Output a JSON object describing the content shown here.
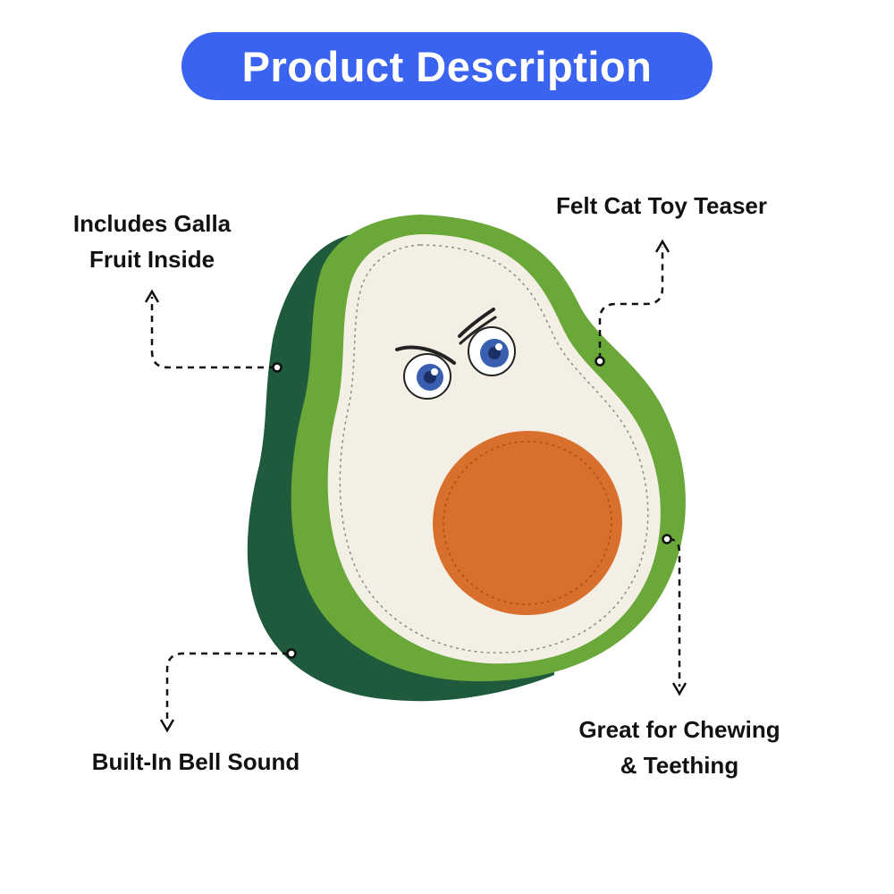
{
  "title": "Product Description",
  "callouts": {
    "galla": {
      "line1": "Includes Galla",
      "line2": "Fruit Inside"
    },
    "felt": {
      "line1": "Felt Cat Toy Teaser"
    },
    "bell": {
      "line1": "Built-In Bell Sound"
    },
    "chew": {
      "line1": "Great for Chewing",
      "line2": "& Teething"
    }
  },
  "colors": {
    "title_bg": "#3a63f0",
    "dark_green": "#1f5a3c",
    "light_green": "#6aa83a",
    "cream": "#f3efe4",
    "pit": "#d86f2d"
  }
}
